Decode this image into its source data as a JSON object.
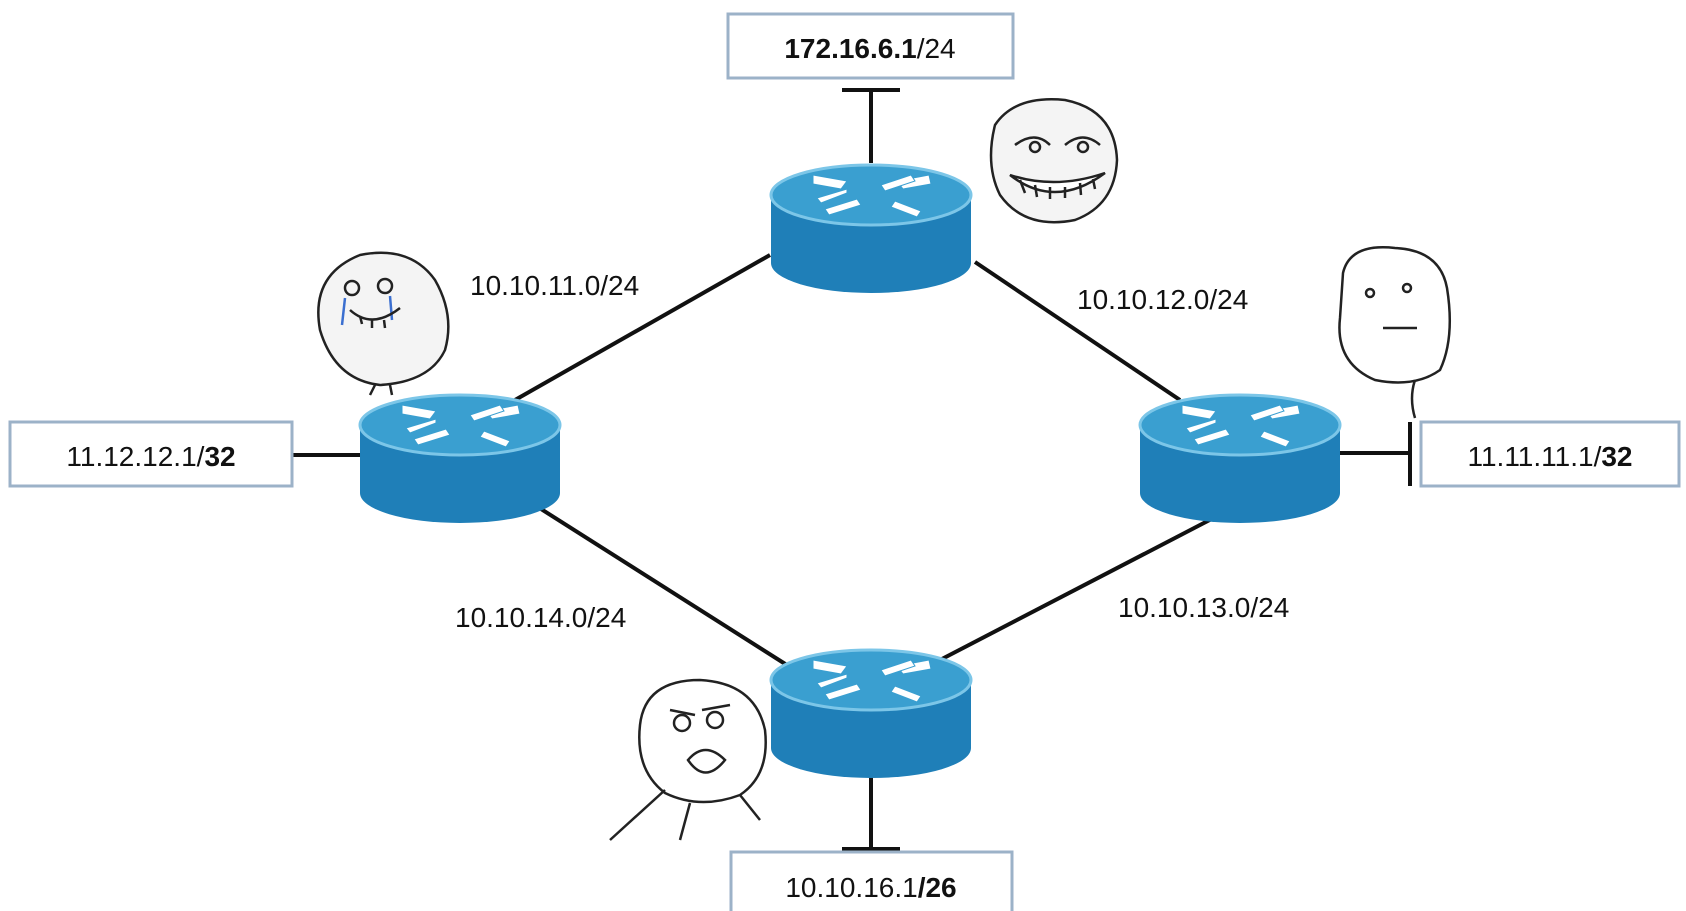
{
  "colors": {
    "router_top": "#3a9fd0",
    "router_side": "#1f7fb8",
    "router_rim": "#7cc6e8",
    "box_border": "#9cb2c8",
    "line": "#111111"
  },
  "routers": [
    {
      "id": "top",
      "icon": "router-icon"
    },
    {
      "id": "left",
      "icon": "router-icon"
    },
    {
      "id": "right",
      "icon": "router-icon"
    },
    {
      "id": "bottom",
      "icon": "router-icon"
    }
  ],
  "faces": [
    {
      "id": "top",
      "icon": "trollface-icon"
    },
    {
      "id": "left",
      "icon": "forever-alone-icon"
    },
    {
      "id": "right",
      "icon": "poker-face-icon"
    },
    {
      "id": "bottom",
      "icon": "y-u-no-icon"
    }
  ],
  "link_labels": {
    "top_left": "10.10.11.0/24",
    "top_right": "10.10.12.0/24",
    "bottom_left": "10.10.14.0/24",
    "bottom_right": "10.10.13.0/24"
  },
  "boxes": {
    "top": {
      "bold": "172.16.6.1",
      "rest": "/24"
    },
    "left": {
      "plain": "11.12.12.1/",
      "bold": "32"
    },
    "right": {
      "plain": "11.11.11.1/",
      "bold": "32"
    },
    "bottom": {
      "plain": "10.10.16.1",
      "bold": "/26"
    }
  }
}
